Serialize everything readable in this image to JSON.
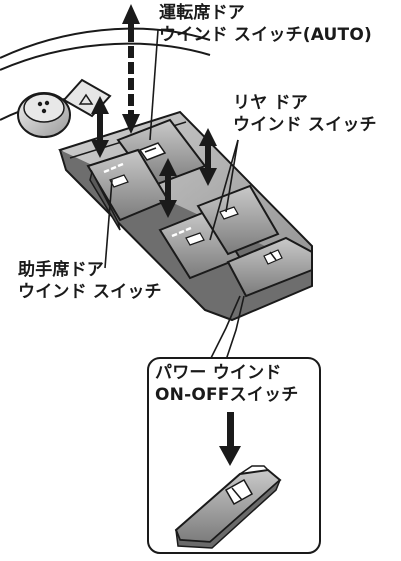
{
  "labels": {
    "driver": {
      "line1": "運転席ドア",
      "line2": "ウインド スイッチ(AUTO)"
    },
    "rear": {
      "line1": "リヤ ドア",
      "line2": "ウインド スイッチ"
    },
    "assist": {
      "line1": "助手席ドア",
      "line2": "ウインド スイッチ"
    },
    "power": {
      "line1": "パワー ウインド",
      "line2": "ON-OFFスイッチ"
    }
  },
  "colors": {
    "line": "#1a1a1a",
    "panel_dark": "#5c5c5c",
    "panel_mid": "#8a8a8a",
    "panel_light": "#b5b5b5",
    "panel_face": "#9a9a9a",
    "arrow": "#1a1a1a"
  }
}
